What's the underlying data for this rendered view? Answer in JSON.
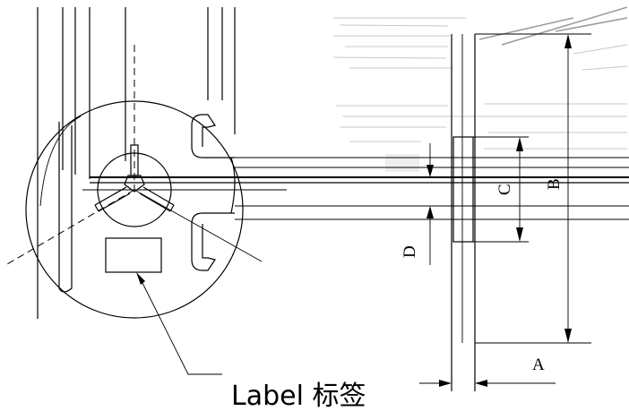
{
  "dimensions": {
    "a": "A",
    "b": "B",
    "c": "C",
    "d": "D"
  },
  "callout": {
    "label": "Label 标签"
  }
}
